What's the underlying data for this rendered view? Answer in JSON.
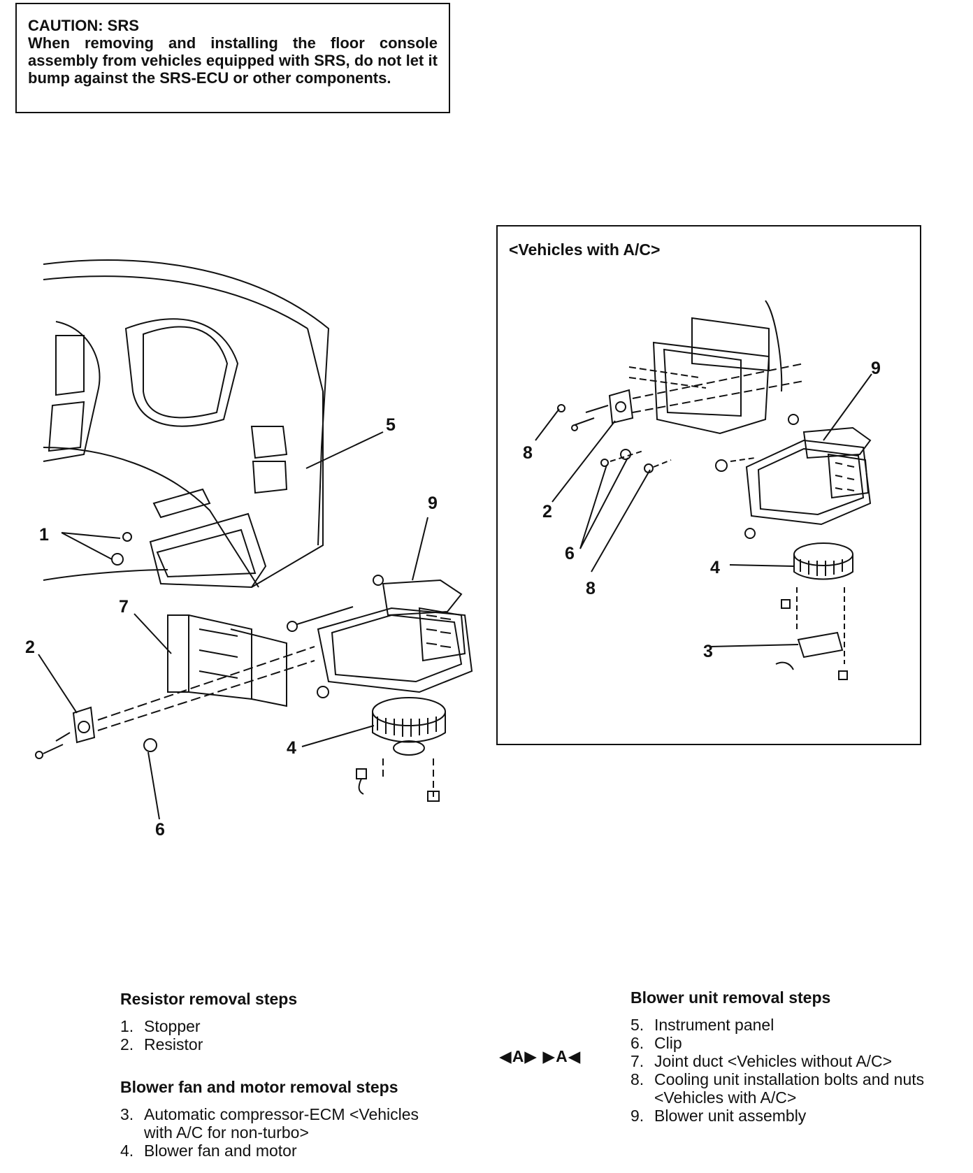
{
  "caution": {
    "title": "CAUTION: SRS",
    "body": "When removing and installing the floor console assembly from vehicles equipped with SRS, do not let it bump against the SRS-ECU or other components."
  },
  "inset": {
    "title": "<Vehicles with A/C>"
  },
  "main_callouts": [
    "5",
    "9",
    "1",
    "7",
    "2",
    "4",
    "6"
  ],
  "inset_callouts": [
    "9",
    "8",
    "2",
    "6",
    "8",
    "4",
    "3"
  ],
  "resistor": {
    "title": "Resistor removal steps",
    "steps": [
      {
        "num": "1.",
        "text": "Stopper"
      },
      {
        "num": "2.",
        "text": "Resistor"
      }
    ]
  },
  "blower_fan": {
    "title": "Blower fan and motor removal steps",
    "steps": [
      {
        "num": "3.",
        "text": "Automatic compressor-ECM <Vehicles with A/C for non-turbo>"
      },
      {
        "num": "4.",
        "text": "Blower fan and motor"
      }
    ]
  },
  "blower_unit": {
    "title": "Blower unit removal steps",
    "marks": "◀A▶ ▶A◀",
    "steps": [
      {
        "num": "5.",
        "text": "Instrument panel"
      },
      {
        "num": "6.",
        "text": "Clip"
      },
      {
        "num": "7.",
        "text": "Joint duct <Vehicles without A/C>"
      },
      {
        "num": "8.",
        "text": "Cooling unit installation bolts and nuts <Vehicles with A/C>"
      },
      {
        "num": "9.",
        "text": "Blower unit assembly"
      }
    ]
  }
}
